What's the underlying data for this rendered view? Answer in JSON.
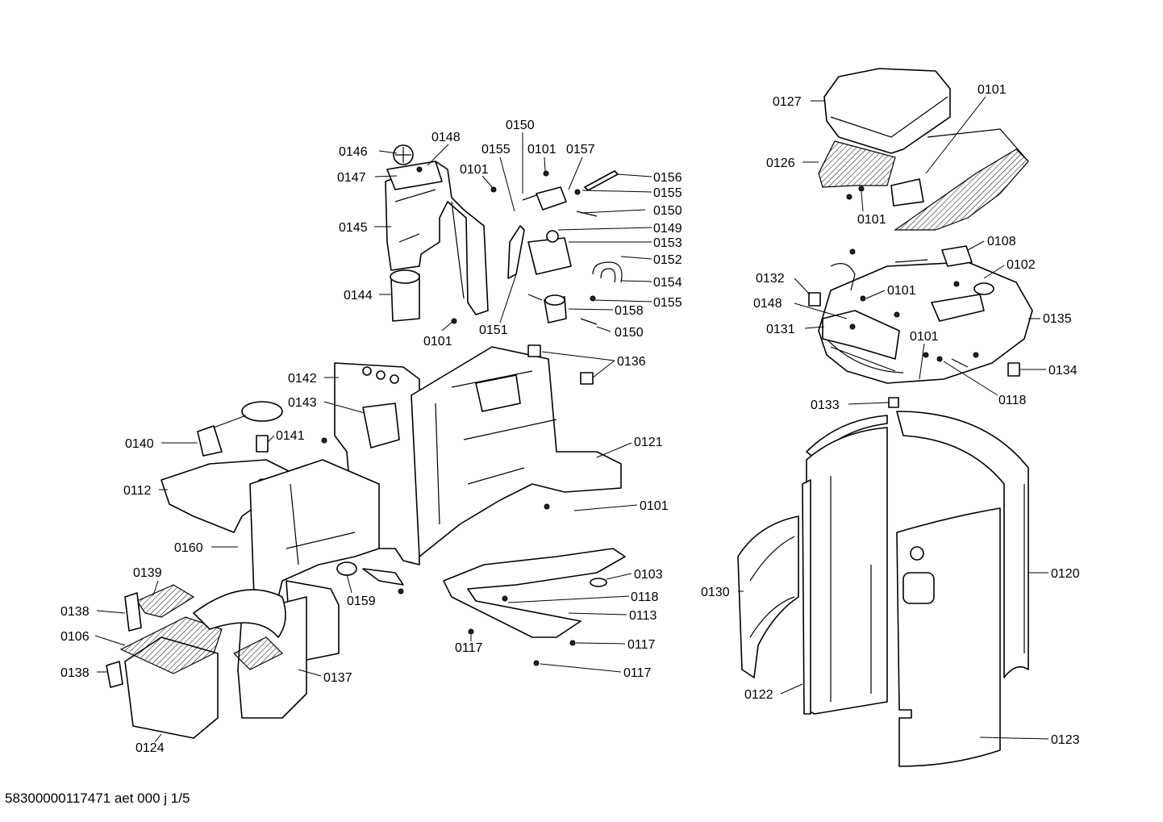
{
  "footer": {
    "document_code": "58300000117471 aet 000 j 1/5"
  },
  "labels": [
    {
      "id": "l0146",
      "text": "0146"
    },
    {
      "id": "l0148a",
      "text": "0148"
    },
    {
      "id": "l0150a",
      "text": "0150"
    },
    {
      "id": "l0155a",
      "text": "0155"
    },
    {
      "id": "l0101a",
      "text": "0101"
    },
    {
      "id": "l0157",
      "text": "0157"
    },
    {
      "id": "l0147",
      "text": "0147"
    },
    {
      "id": "l0101b",
      "text": "0101"
    },
    {
      "id": "l0156",
      "text": "0156"
    },
    {
      "id": "l0155b",
      "text": "0155"
    },
    {
      "id": "l0150b",
      "text": "0150"
    },
    {
      "id": "l0149",
      "text": "0149"
    },
    {
      "id": "l0145",
      "text": "0145"
    },
    {
      "id": "l0153",
      "text": "0153"
    },
    {
      "id": "l0152",
      "text": "0152"
    },
    {
      "id": "l0154",
      "text": "0154"
    },
    {
      "id": "l0144",
      "text": "0144"
    },
    {
      "id": "l0155c",
      "text": "0155"
    },
    {
      "id": "l0158",
      "text": "0158"
    },
    {
      "id": "l0150c",
      "text": "0150"
    },
    {
      "id": "l0151",
      "text": "0151"
    },
    {
      "id": "l0101c",
      "text": "0101"
    },
    {
      "id": "l0136",
      "text": "0136"
    },
    {
      "id": "l0142",
      "text": "0142"
    },
    {
      "id": "l0143",
      "text": "0143"
    },
    {
      "id": "l0140",
      "text": "0140"
    },
    {
      "id": "l0141",
      "text": "0141"
    },
    {
      "id": "l0121",
      "text": "0121"
    },
    {
      "id": "l0112",
      "text": "0112"
    },
    {
      "id": "l0101d",
      "text": "0101"
    },
    {
      "id": "l0160",
      "text": "0160"
    },
    {
      "id": "l0103",
      "text": "0103"
    },
    {
      "id": "l0139",
      "text": "0139"
    },
    {
      "id": "l0159",
      "text": "0159"
    },
    {
      "id": "l0118a",
      "text": "0118"
    },
    {
      "id": "l0138a",
      "text": "0138"
    },
    {
      "id": "l0113",
      "text": "0113"
    },
    {
      "id": "l0106",
      "text": "0106"
    },
    {
      "id": "l0117a",
      "text": "0117"
    },
    {
      "id": "l0117b",
      "text": "0117"
    },
    {
      "id": "l0138b",
      "text": "0138"
    },
    {
      "id": "l0137",
      "text": "0137"
    },
    {
      "id": "l0117c",
      "text": "0117"
    },
    {
      "id": "l0124",
      "text": "0124"
    },
    {
      "id": "l0127",
      "text": "0127"
    },
    {
      "id": "l0101e",
      "text": "0101"
    },
    {
      "id": "l0126",
      "text": "0126"
    },
    {
      "id": "l0101f",
      "text": "0101"
    },
    {
      "id": "l0108",
      "text": "0108"
    },
    {
      "id": "l0102",
      "text": "0102"
    },
    {
      "id": "l0132",
      "text": "0132"
    },
    {
      "id": "l0101g",
      "text": "0101"
    },
    {
      "id": "l0148b",
      "text": "0148"
    },
    {
      "id": "l0135",
      "text": "0135"
    },
    {
      "id": "l0131",
      "text": "0131"
    },
    {
      "id": "l0101h",
      "text": "0101"
    },
    {
      "id": "l0134",
      "text": "0134"
    },
    {
      "id": "l0118b",
      "text": "0118"
    },
    {
      "id": "l0133",
      "text": "0133"
    },
    {
      "id": "l0120",
      "text": "0120"
    },
    {
      "id": "l0130",
      "text": "0130"
    },
    {
      "id": "l0122",
      "text": "0122"
    },
    {
      "id": "l0123",
      "text": "0123"
    }
  ]
}
